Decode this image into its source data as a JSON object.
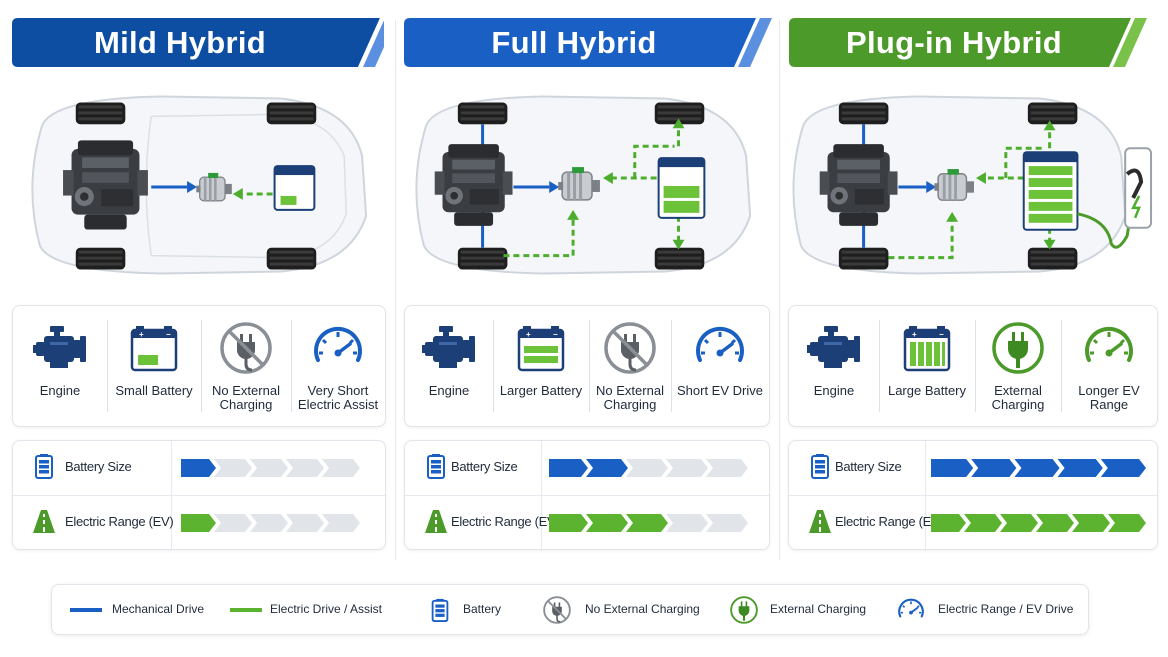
{
  "colors": {
    "blue_dark": "#0d4ea3",
    "blue_mid": "#1a5fc4",
    "green": "#4c9a2a",
    "green_light": "#6cc33a",
    "grey_chevron": "#e1e4e8",
    "icon_navy": "#1c3f78"
  },
  "panels": [
    {
      "title": "Mild Hybrid",
      "banner_color": "#0d4ea3",
      "features": [
        {
          "label": "Engine",
          "icon": "engine-icon"
        },
        {
          "label": "Small Battery",
          "icon": "small-battery-icon"
        },
        {
          "label": "No External Charging",
          "icon": "no-plug-icon"
        },
        {
          "label": "Very Short Electric Assist",
          "icon": "gauge-icon"
        }
      ],
      "battery_size_label": "Battery Size",
      "battery_size_level": 1,
      "electric_range_label": "Electric Range (EV)",
      "electric_range_level": 1
    },
    {
      "title": "Full Hybrid",
      "banner_color": "#1a5fc4",
      "features": [
        {
          "label": "Engine",
          "icon": "engine-icon"
        },
        {
          "label": "Larger Battery",
          "icon": "larger-battery-icon"
        },
        {
          "label": "No External Charging",
          "icon": "no-plug-icon"
        },
        {
          "label": "Short EV Drive",
          "icon": "gauge-icon"
        }
      ],
      "battery_size_label": "Battery Size",
      "battery_size_level": 2,
      "electric_range_label": "Electric Range (EV)",
      "electric_range_level": 3
    },
    {
      "title": "Plug-in Hybrid",
      "banner_color": "#4c9a2a",
      "features": [
        {
          "label": "Engine",
          "icon": "engine-icon"
        },
        {
          "label": "Large Battery",
          "icon": "large-battery-icon"
        },
        {
          "label": "External Charging",
          "icon": "plug-icon"
        },
        {
          "label": "Longer EV Range",
          "icon": "gauge-icon"
        }
      ],
      "battery_size_label": "Battery Size",
      "battery_size_level": 5,
      "electric_range_label": "Electric Range (EV)",
      "electric_range_level": 6
    }
  ],
  "legend": [
    {
      "label": "Mechanical Drive",
      "icon": "blue-line-icon"
    },
    {
      "label": "Electric Drive / Assist",
      "icon": "green-line-icon"
    },
    {
      "label": "Battery",
      "icon": "battery-icon"
    },
    {
      "label": "No External Charging",
      "icon": "no-plug-icon"
    },
    {
      "label": "External Charging",
      "icon": "plug-icon"
    },
    {
      "label": "Electric Range / EV Drive",
      "icon": "gauge-icon"
    }
  ]
}
